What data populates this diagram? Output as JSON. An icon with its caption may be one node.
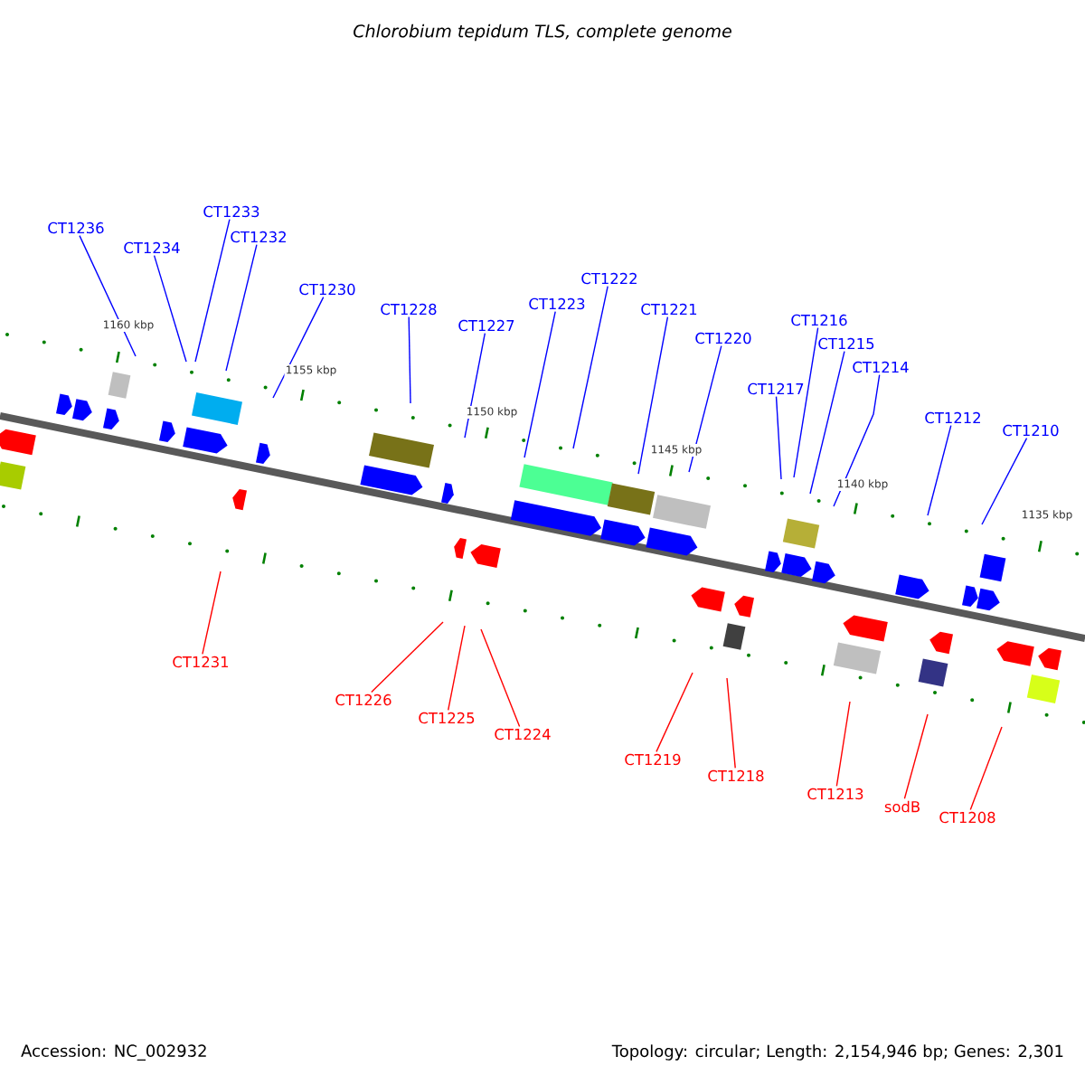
{
  "diagram": {
    "title": "Chlorobium tepidum TLS, complete genome",
    "nodes": [
      {
        "text": [
          "CT1236"
        ]
      },
      {
        "text": [
          "CT1234"
        ]
      },
      {
        "text": [
          "CT1233"
        ]
      },
      {
        "text": [
          "CT1232"
        ]
      },
      {
        "text": [
          "CT1230"
        ]
      },
      {
        "text": [
          "CT1228"
        ]
      },
      {
        "text": [
          "CT1227"
        ]
      },
      {
        "text": [
          "CT1223"
        ]
      },
      {
        "text": [
          "CT1222"
        ]
      },
      {
        "text": [
          "CT1221"
        ]
      },
      {
        "text": [
          "CT1220"
        ]
      },
      {
        "text": [
          "CT1216"
        ]
      },
      {
        "text": [
          "CT1215"
        ]
      },
      {
        "text": [
          "CT1217"
        ]
      },
      {
        "text": [
          "CT1214"
        ]
      },
      {
        "text": [
          "CT1212"
        ]
      },
      {
        "text": [
          "CT1210"
        ]
      },
      {
        "text": [
          "CT1231"
        ]
      },
      {
        "text": [
          "CT1226"
        ]
      },
      {
        "text": [
          "CT1225"
        ]
      },
      {
        "text": [
          "CT1224"
        ]
      },
      {
        "text": [
          "CT1219"
        ]
      },
      {
        "text": [
          "CT1218"
        ]
      },
      {
        "text": [
          "CT1213"
        ]
      },
      {
        "text": [
          "sodB"
        ]
      },
      {
        "text": [
          "CT1208"
        ]
      }
    ],
    "edges": [
      {
        "from": 0,
        "to": null,
        "arrow": "none"
      },
      {
        "from": 1,
        "to": null,
        "arrow": "none"
      },
      {
        "from": 2,
        "to": null,
        "arrow": "none"
      },
      {
        "from": 3,
        "to": null,
        "arrow": "none"
      },
      {
        "from": 4,
        "to": null,
        "arrow": "none"
      },
      {
        "from": 5,
        "to": null,
        "arrow": "none"
      },
      {
        "from": 6,
        "to": null,
        "arrow": "none"
      },
      {
        "from": 7,
        "to": null,
        "arrow": "none"
      },
      {
        "from": 8,
        "to": null,
        "arrow": "none"
      },
      {
        "from": 9,
        "to": null,
        "arrow": "none"
      },
      {
        "from": 10,
        "to": null,
        "arrow": "none"
      },
      {
        "from": 11,
        "to": null,
        "arrow": "none"
      },
      {
        "from": 12,
        "to": null,
        "arrow": "none"
      },
      {
        "from": 13,
        "to": null,
        "arrow": "none"
      },
      {
        "from": 14,
        "to": null,
        "arrow": "none"
      },
      {
        "from": 15,
        "to": null,
        "arrow": "none"
      },
      {
        "from": 16,
        "to": null,
        "arrow": "none"
      },
      {
        "from": 17,
        "to": null,
        "arrow": "none",
        "color": "#ff0000"
      },
      {
        "from": 18,
        "to": null,
        "arrow": "none",
        "color": "#ff0000"
      },
      {
        "from": 19,
        "to": null,
        "arrow": "none",
        "color": "#ff0000"
      },
      {
        "from": 20,
        "to": null,
        "arrow": "none",
        "color": "#ff0000"
      },
      {
        "from": 21,
        "to": null,
        "arrow": "none",
        "color": "#ff0000"
      },
      {
        "from": 22,
        "to": null,
        "arrow": "none",
        "color": "#ff0000"
      },
      {
        "from": 23,
        "to": null,
        "arrow": "none",
        "color": "#ff0000"
      },
      {
        "from": 24,
        "to": null,
        "arrow": "none",
        "color": "#ff0000"
      },
      {
        "from": 25,
        "to": null,
        "arrow": "none",
        "color": "#ff0000"
      }
    ],
    "labels": [
      "1160 kbp",
      "1155 kbp",
      "1150 kbp",
      "1145 kbp",
      "1140 kbp",
      "1135 kbp",
      "Accession: NC_002932",
      "Topology: circular; Length: 2,154,946 bp; Genes: 2,301"
    ]
  }
}
